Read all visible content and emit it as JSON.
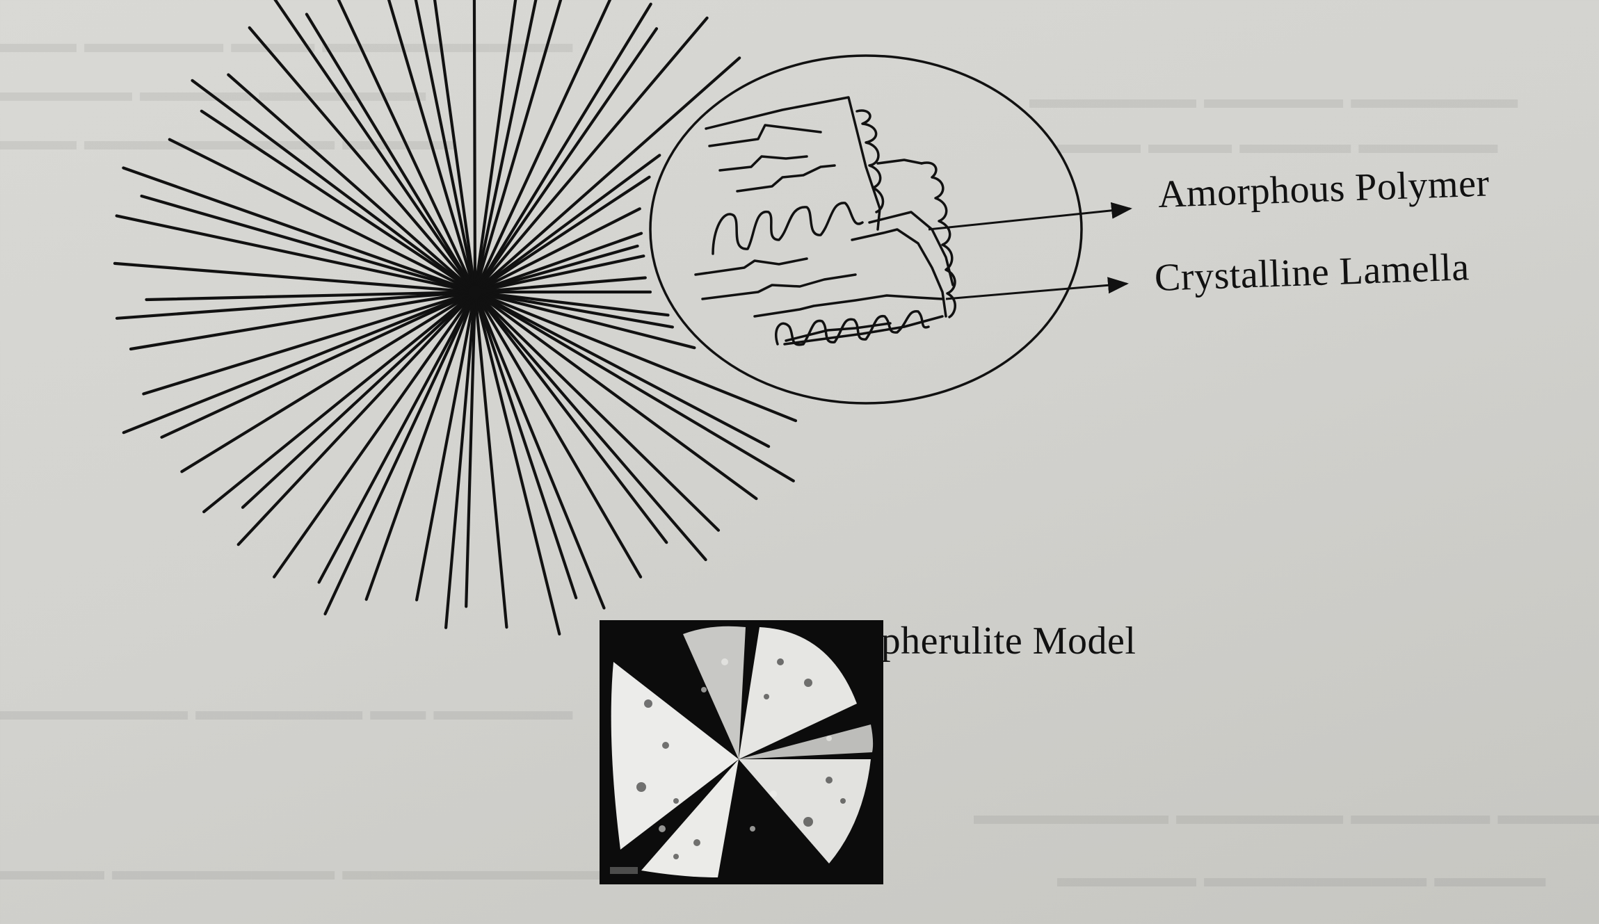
{
  "labels": {
    "amorphous": "Amorphous Polymer",
    "crystalline": "Crystalline Lamella",
    "spherulite": "Spherulite Model"
  },
  "colors": {
    "paper": "#d6d6d2",
    "ink": "#111111",
    "micrograph_dark": "#0c0c0c",
    "micrograph_light": "#ededea"
  },
  "icons": {
    "arrow": "right-arrow-icon"
  }
}
